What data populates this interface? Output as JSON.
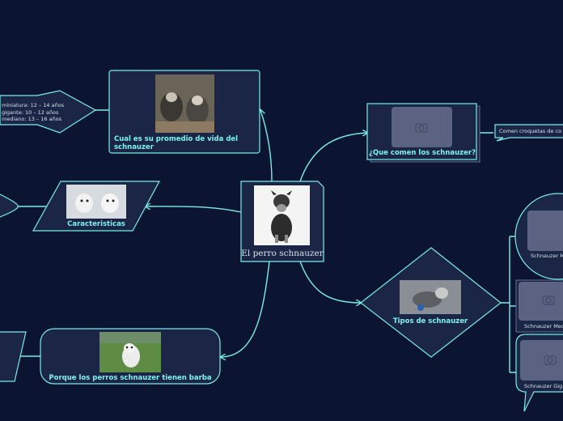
{
  "central": {
    "title": "El perro schnauzer"
  },
  "lifespan": {
    "title_line1": "Cual es su promedio de vida del",
    "title_line2": "schnauzer"
  },
  "lifespan_detail": {
    "lines": [
      "miniatura: 12 – 14 años",
      "gigante: 10 – 12 años",
      "mediano: 13 – 16 años"
    ]
  },
  "caracteristicas": {
    "title": "Caracteristicas"
  },
  "barba": {
    "title": "Porque los perros schnauzer tienen barba"
  },
  "comen": {
    "title": "¿Que comen los schnauzer?",
    "detail": "Comen croquetas de co"
  },
  "tipos": {
    "title": "Tipos de schnauzer",
    "items": [
      "Schnauzer M",
      "Schnauzer Med",
      "Schnauzer Gig"
    ]
  },
  "colors": {
    "background": "#0b1430",
    "node_fill": "#1b2545",
    "edge": "#79ede9",
    "label": "#7ef2ef"
  }
}
